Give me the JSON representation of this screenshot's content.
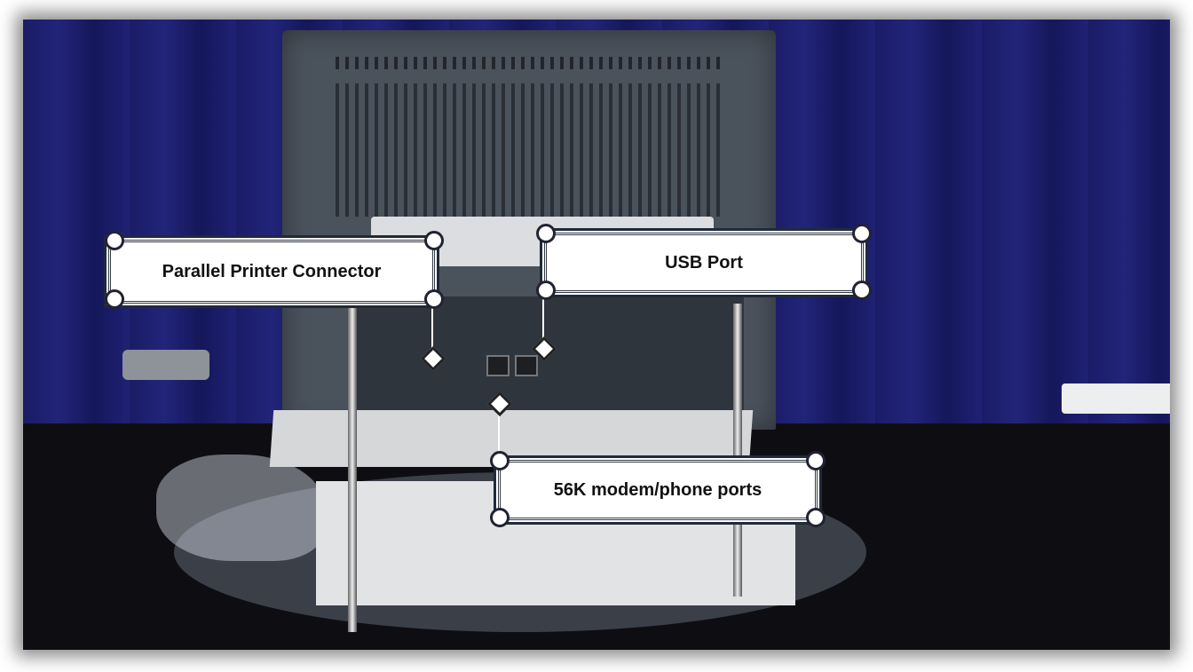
{
  "annotations": {
    "parallel": "Parallel Printer Connector",
    "usb": "USB Port",
    "modem": "56K modem/phone ports"
  }
}
